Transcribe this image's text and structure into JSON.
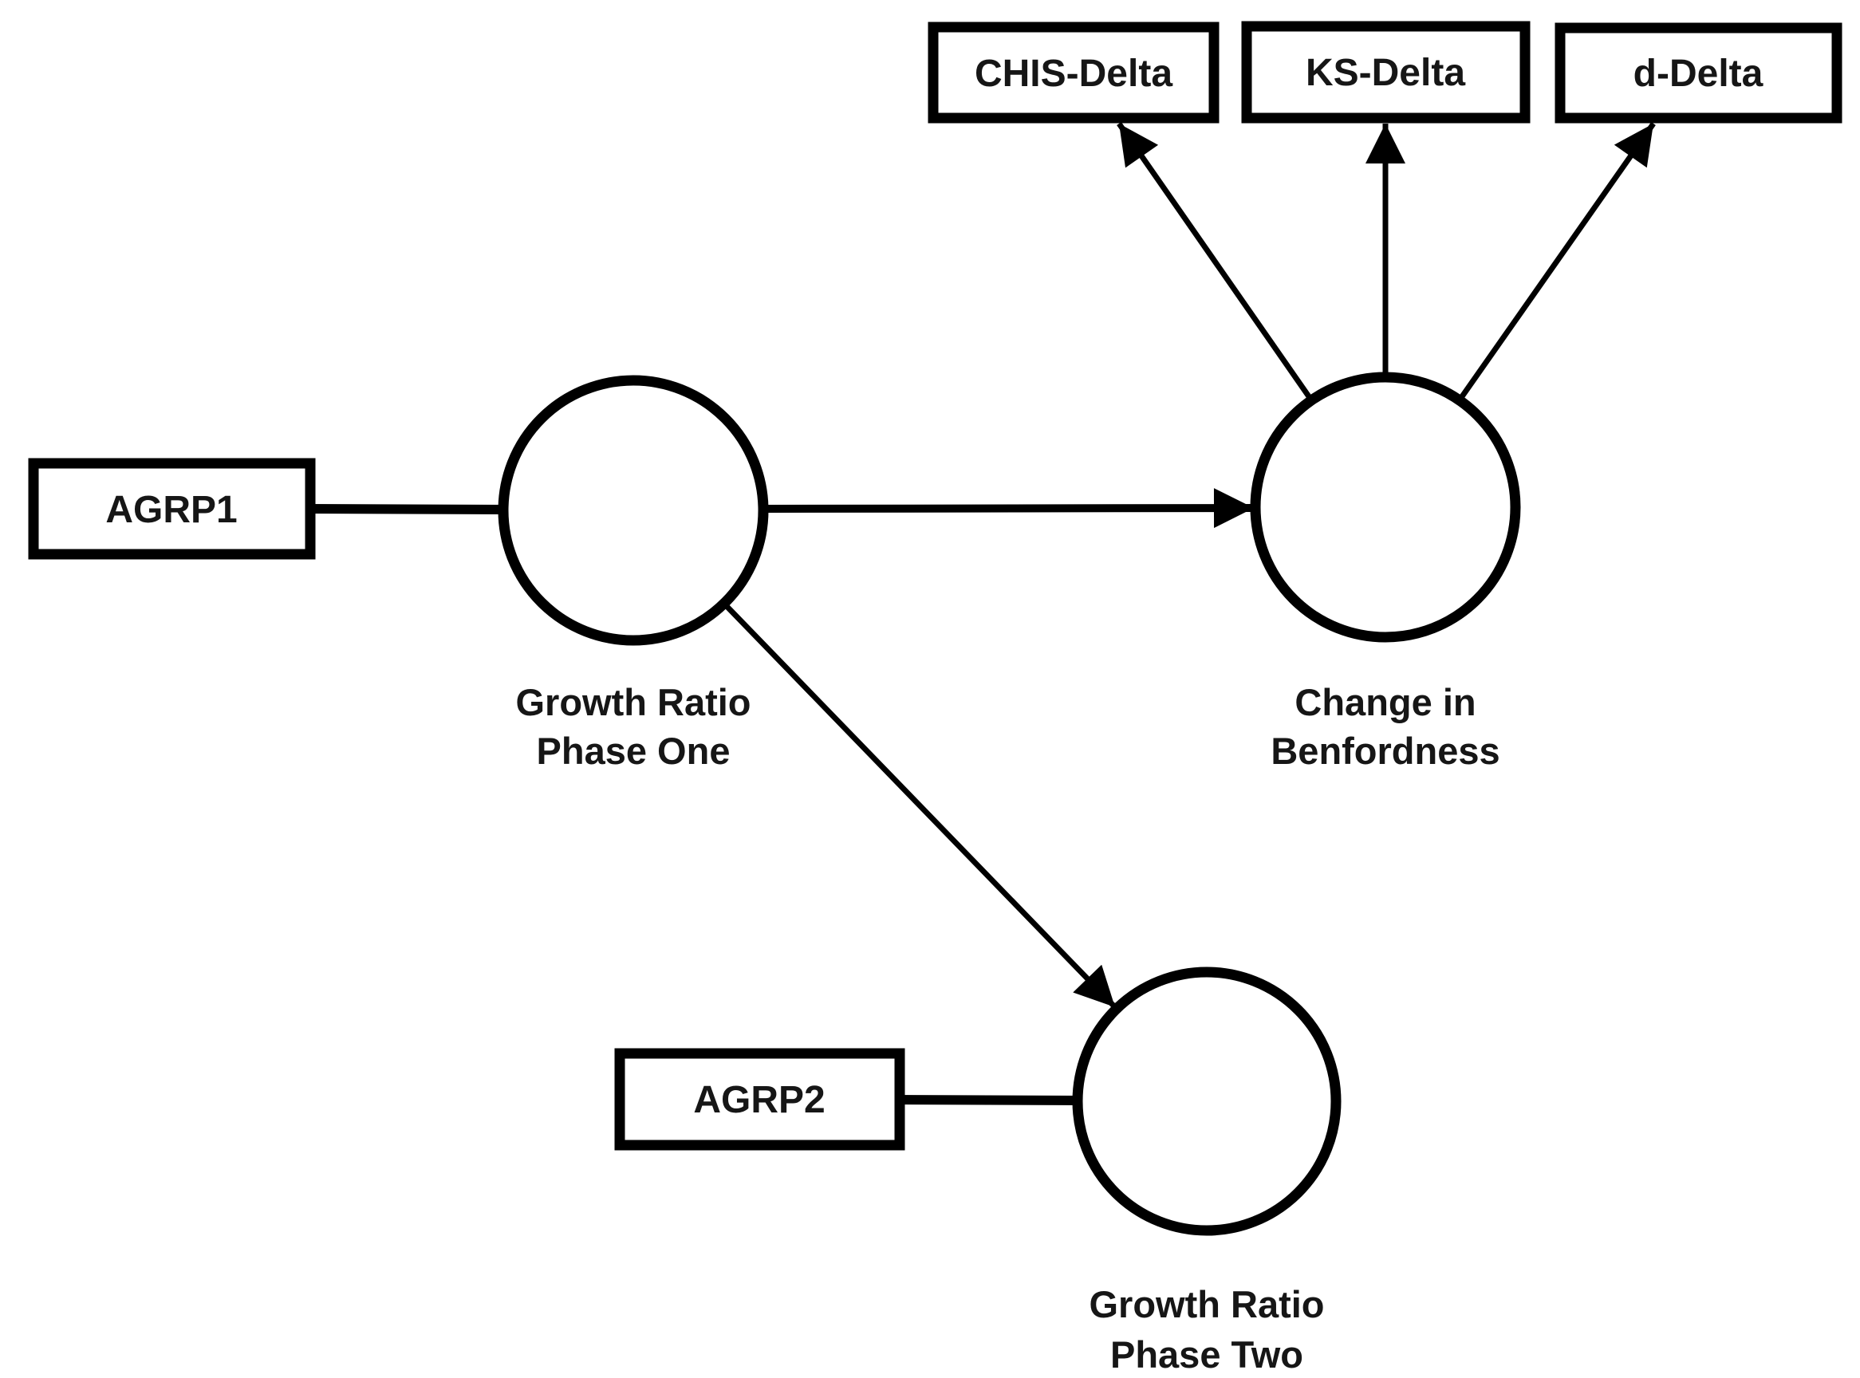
{
  "diagram": {
    "background_color": "#ffffff",
    "line_color": "#000000",
    "text_color": "#161616",
    "nodes": {
      "agrp1": {
        "label": "AGRP1",
        "shape": "rectangle"
      },
      "agrp2": {
        "label": "AGRP2",
        "shape": "rectangle"
      },
      "chis": {
        "label": "CHIS-Delta",
        "shape": "rectangle"
      },
      "ks": {
        "label": "KS-Delta",
        "shape": "rectangle"
      },
      "d": {
        "label": "d-Delta",
        "shape": "rectangle"
      },
      "growth1": {
        "line1": "Growth Ratio",
        "line2": "Phase One",
        "shape": "circle"
      },
      "benford": {
        "line1": "Change in",
        "line2": "Benfordness",
        "shape": "circle"
      },
      "growth2": {
        "line1": "Growth Ratio",
        "line2": "Phase Two",
        "shape": "circle"
      }
    },
    "edges": [
      {
        "from": "AGRP1",
        "to": "Growth Ratio Phase One",
        "type": "plain-line"
      },
      {
        "from": "AGRP2",
        "to": "Growth Ratio Phase Two",
        "type": "plain-line"
      },
      {
        "from": "Growth Ratio Phase One",
        "to": "Change in Benfordness",
        "type": "arrow"
      },
      {
        "from": "Growth Ratio Phase One",
        "to": "Growth Ratio Phase Two",
        "type": "arrow"
      },
      {
        "from": "Change in Benfordness",
        "to": "CHIS-Delta",
        "type": "arrow"
      },
      {
        "from": "Change in Benfordness",
        "to": "KS-Delta",
        "type": "arrow"
      },
      {
        "from": "Change in Benfordness",
        "to": "d-Delta",
        "type": "arrow"
      }
    ]
  }
}
